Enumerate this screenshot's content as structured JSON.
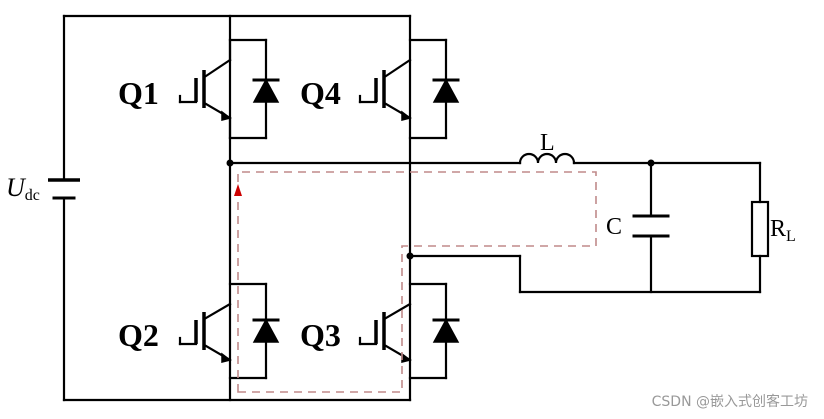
{
  "switches": [
    {
      "id": "q1",
      "label": "Q1"
    },
    {
      "id": "q4",
      "label": "Q4"
    },
    {
      "id": "q2",
      "label": "Q2"
    },
    {
      "id": "q3",
      "label": "Q3"
    }
  ],
  "source": {
    "symbol": "U",
    "subscript": "dc"
  },
  "inductor": {
    "label": "L"
  },
  "capacitor": {
    "label": "C"
  },
  "load": {
    "symbol": "R",
    "subscript": "L"
  },
  "colors": {
    "current_path": "#c08a8a",
    "arrow": "#cc0000",
    "wire": "#000000"
  },
  "watermark": "CSDN @嵌入式创客工坊"
}
